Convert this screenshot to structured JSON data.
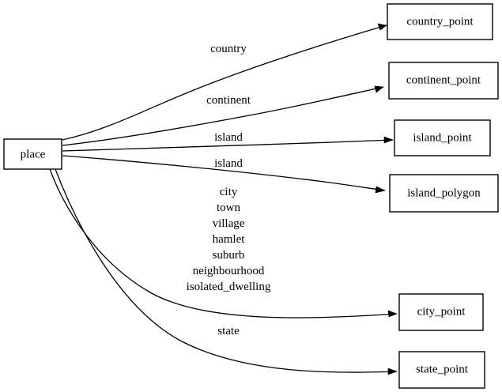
{
  "diagram": {
    "type": "directed-graph",
    "orientation": "left-to-right",
    "background_color": "#ffffff",
    "line_color": "#000000",
    "source_node": {
      "id": "place",
      "label": "place"
    },
    "target_nodes": [
      {
        "id": "country_point",
        "label": "country_point"
      },
      {
        "id": "continent_point",
        "label": "continent_point"
      },
      {
        "id": "island_point",
        "label": "island_point"
      },
      {
        "id": "island_polygon",
        "label": "island_polygon"
      },
      {
        "id": "city_point",
        "label": "city_point"
      },
      {
        "id": "state_point",
        "label": "state_point"
      }
    ],
    "edges": [
      {
        "from": "place",
        "to": "country_point",
        "label_lines": [
          "country"
        ]
      },
      {
        "from": "place",
        "to": "continent_point",
        "label_lines": [
          "continent"
        ]
      },
      {
        "from": "place",
        "to": "island_point",
        "label_lines": [
          "island"
        ]
      },
      {
        "from": "place",
        "to": "island_polygon",
        "label_lines": [
          "island"
        ]
      },
      {
        "from": "place",
        "to": "city_point",
        "label_lines": [
          "city",
          "town",
          "village",
          "hamlet",
          "suburb",
          "neighbourhood",
          "isolated_dwelling"
        ]
      },
      {
        "from": "place",
        "to": "state_point",
        "label_lines": [
          "state"
        ]
      }
    ],
    "edge_label_text": {
      "country": "country",
      "continent": "continent",
      "island_a": "island",
      "island_b": "island",
      "city_1": "city",
      "city_2": "town",
      "city_3": "village",
      "city_4": "hamlet",
      "city_5": "suburb",
      "city_6": "neighbourhood",
      "city_7": "isolated_dwelling",
      "state": "state"
    }
  }
}
